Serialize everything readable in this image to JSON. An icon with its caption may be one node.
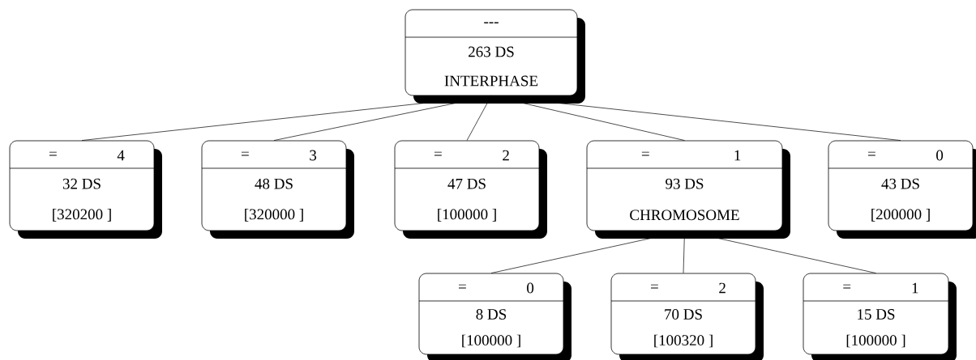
{
  "diagram": {
    "nodes": [
      {
        "text": [
          "---",
          "263 DS",
          "INTERPHASE"
        ]
      },
      {
        "text": [
          "=",
          "4",
          "32 DS",
          "[320200 ]"
        ]
      },
      {
        "text": [
          "=",
          "3",
          "48 DS",
          "[320000 ]"
        ]
      },
      {
        "text": [
          "=",
          "2",
          "47 DS",
          "[100000 ]"
        ]
      },
      {
        "text": [
          "=",
          "1",
          "93 DS",
          "CHROMOSOME"
        ]
      },
      {
        "text": [
          "=",
          "0",
          "43 DS",
          "[200000 ]"
        ]
      },
      {
        "text": [
          "=",
          "0",
          "8 DS",
          "[100000 ]"
        ]
      },
      {
        "text": [
          "=",
          "2",
          "70 DS",
          "[100320 ]"
        ]
      },
      {
        "text": [
          "=",
          "1",
          "15 DS",
          "[100000 ]"
        ]
      }
    ],
    "edges": [
      {
        "from": 0,
        "to": 1,
        "arrow": "none"
      },
      {
        "from": 0,
        "to": 2,
        "arrow": "none"
      },
      {
        "from": 0,
        "to": 3,
        "arrow": "none"
      },
      {
        "from": 0,
        "to": 4,
        "arrow": "none"
      },
      {
        "from": 0,
        "to": 5,
        "arrow": "none"
      },
      {
        "from": 4,
        "to": 6,
        "arrow": "none"
      },
      {
        "from": 4,
        "to": 7,
        "arrow": "none"
      },
      {
        "from": 4,
        "to": 8,
        "arrow": "none"
      }
    ]
  }
}
